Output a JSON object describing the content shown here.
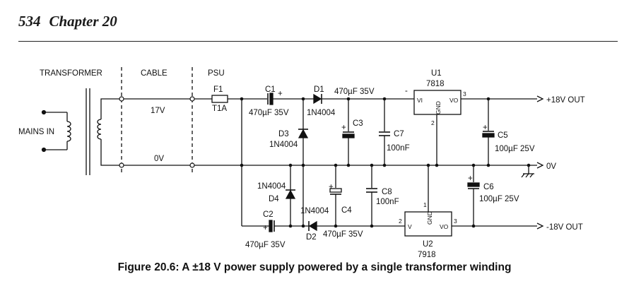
{
  "header": {
    "page_number": "534",
    "chapter": "Chapter 20"
  },
  "caption": "Figure 20.6: A ±18 V power supply powered by a single transformer winding",
  "sections": {
    "transformer": "TRANSFORMER",
    "cable": "CABLE",
    "psu": "PSU"
  },
  "labels": {
    "mains_in": "MAINS IN",
    "v17": "17V",
    "v0_cable": "0V",
    "f1": "F1",
    "f1_rating": "T1A",
    "c1": "C1",
    "c1_value": "470µF 35V",
    "d1": "D1",
    "d1_part": "1N4004",
    "cap_470": "470µF 35V",
    "u1": "U1",
    "u1_part": "7818",
    "d3": "D3",
    "d3_part": "1N4004",
    "c3": "C3",
    "c7": "C7",
    "c7_value": "100nF",
    "c5": "C5",
    "c5_value": "100µF 25V",
    "out_pos": "+18V OUT",
    "out_zero": "0V",
    "out_neg": "-18V OUT",
    "d4_part": "1N4004",
    "d4": "D4",
    "c8": "C8",
    "c8_value": "100nF",
    "c6": "C6",
    "c6_value": "100µF 25V",
    "c2": "C2",
    "c2_value": "470µF 35V",
    "d2_part": "1N4004",
    "d2": "D2",
    "c4": "C4",
    "c4_value": "470µF 35V",
    "u2": "U2",
    "u2_part": "7918",
    "u1_vi": "VI",
    "u1_gnd": "GND",
    "u1_vo": "VO",
    "u1_pin3": "3",
    "u1_pin2": "2",
    "u2_v": "V",
    "u2_gnd": "GND",
    "u2_vo": "VO",
    "u2_pin1": "1",
    "u2_pin2": "2",
    "u2_pin3": "3"
  }
}
